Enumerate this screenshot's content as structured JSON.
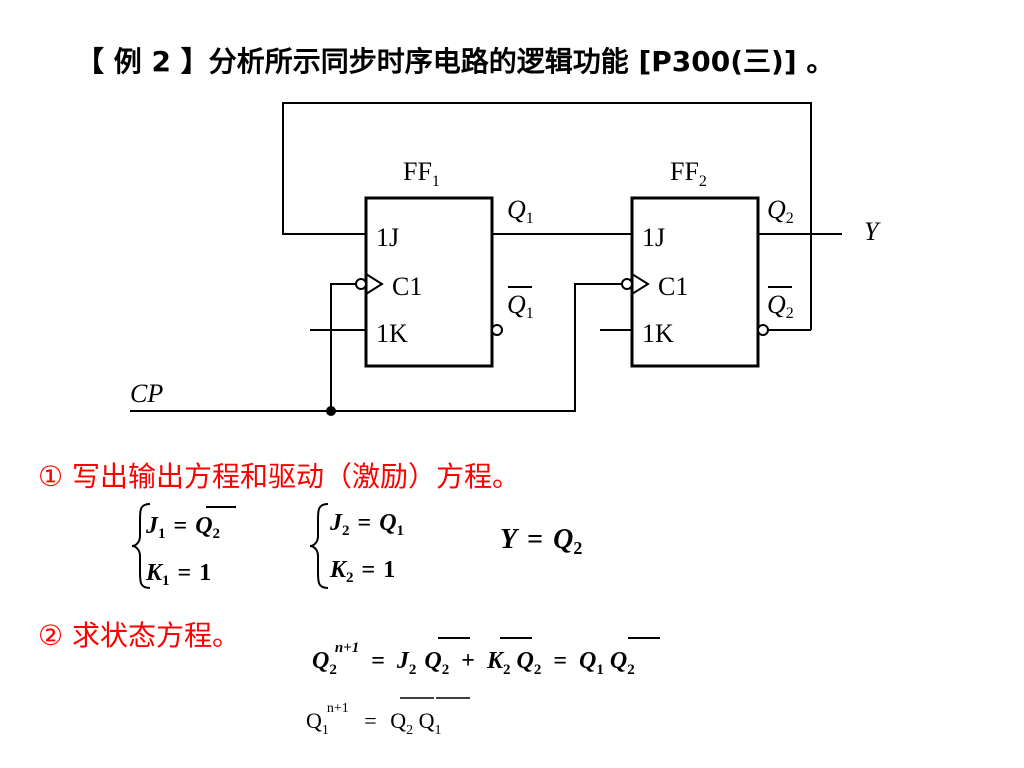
{
  "title": "【 例 2 】分析所示同步时序电路的逻辑功能 [P300(三)] 。",
  "circuit": {
    "ff1_label": "FF",
    "ff1_sub": "1",
    "ff2_label": "FF",
    "ff2_sub": "2",
    "j_input": "1J",
    "clk_input": "C1",
    "k_input": "1K",
    "q1": "Q",
    "q1_sub": "1",
    "q2": "Q",
    "q2_sub": "2",
    "output_y": "Y",
    "clock": "CP"
  },
  "steps": {
    "step1": "① 写出输出方程和驱动（激励）方程。",
    "step2": "② 求状态方程。"
  },
  "equations": {
    "J": "J",
    "K": "K",
    "Q": "Q",
    "Y": "Y",
    "one": "1",
    "two": "2",
    "eq": "=",
    "plus": "+",
    "np1": "n+1",
    "line3_lhs": "Q",
    "line3_sub": "1"
  }
}
